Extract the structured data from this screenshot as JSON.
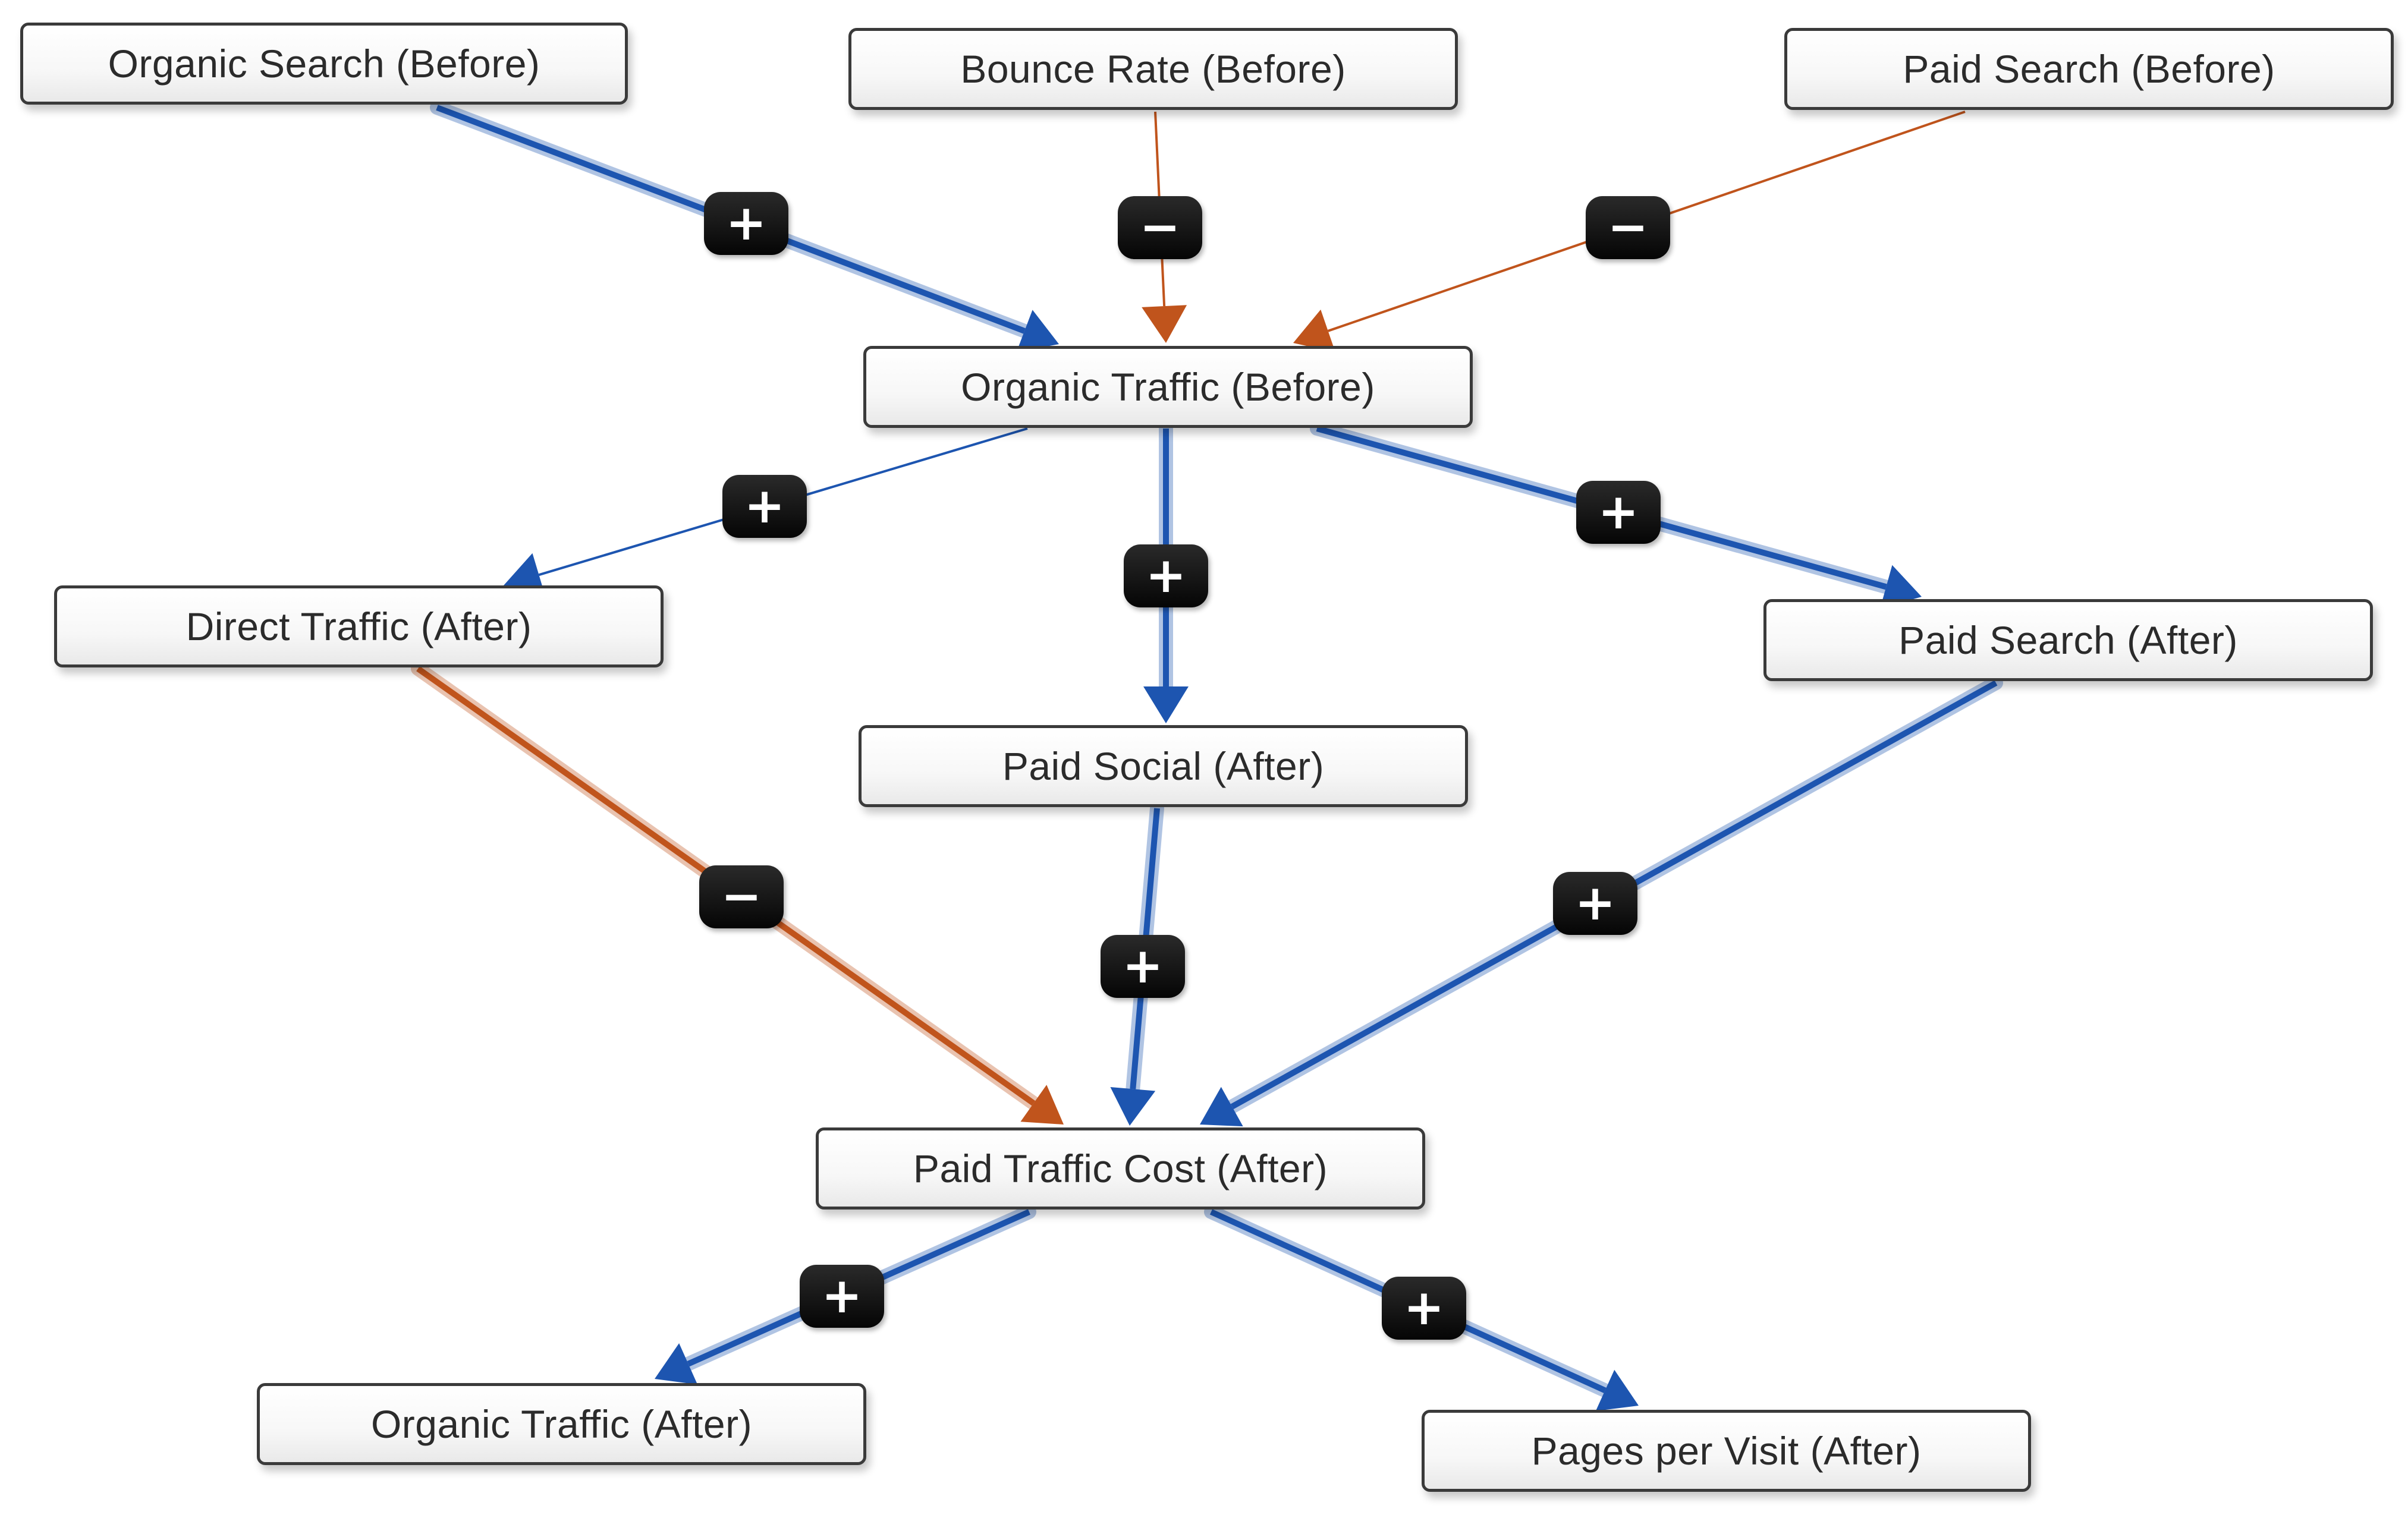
{
  "colors": {
    "positive": "#1d55b0",
    "negative": "#c0541c"
  },
  "nodes": {
    "organic_search_before": "Organic Search (Before)",
    "bounce_rate_before": "Bounce Rate (Before)",
    "paid_search_before": "Paid Search (Before)",
    "organic_traffic_before": "Organic Traffic (Before)",
    "direct_traffic_after": "Direct Traffic (After)",
    "paid_search_after": "Paid Search (After)",
    "paid_social_after": "Paid Social (After)",
    "paid_traffic_cost_after": "Paid Traffic Cost (After)",
    "organic_traffic_after": "Organic Traffic (After)",
    "pages_per_visit_after": "Pages per Visit (After)"
  },
  "edges": [
    {
      "from": "organic_search_before",
      "to": "organic_traffic_before",
      "sign": "+",
      "polarity": "positive",
      "weight": "strong"
    },
    {
      "from": "bounce_rate_before",
      "to": "organic_traffic_before",
      "sign": "−",
      "polarity": "negative",
      "weight": "weak"
    },
    {
      "from": "paid_search_before",
      "to": "organic_traffic_before",
      "sign": "−",
      "polarity": "negative",
      "weight": "weak"
    },
    {
      "from": "organic_traffic_before",
      "to": "direct_traffic_after",
      "sign": "+",
      "polarity": "positive",
      "weight": "weak"
    },
    {
      "from": "organic_traffic_before",
      "to": "paid_social_after",
      "sign": "+",
      "polarity": "positive",
      "weight": "strong"
    },
    {
      "from": "organic_traffic_before",
      "to": "paid_search_after",
      "sign": "+",
      "polarity": "positive",
      "weight": "strong"
    },
    {
      "from": "direct_traffic_after",
      "to": "paid_traffic_cost_after",
      "sign": "−",
      "polarity": "negative",
      "weight": "strong"
    },
    {
      "from": "paid_social_after",
      "to": "paid_traffic_cost_after",
      "sign": "+",
      "polarity": "positive",
      "weight": "strong"
    },
    {
      "from": "paid_search_after",
      "to": "paid_traffic_cost_after",
      "sign": "+",
      "polarity": "positive",
      "weight": "strong"
    },
    {
      "from": "paid_traffic_cost_after",
      "to": "organic_traffic_after",
      "sign": "+",
      "polarity": "positive",
      "weight": "strong"
    },
    {
      "from": "paid_traffic_cost_after",
      "to": "pages_per_visit_after",
      "sign": "+",
      "polarity": "positive",
      "weight": "strong"
    }
  ]
}
